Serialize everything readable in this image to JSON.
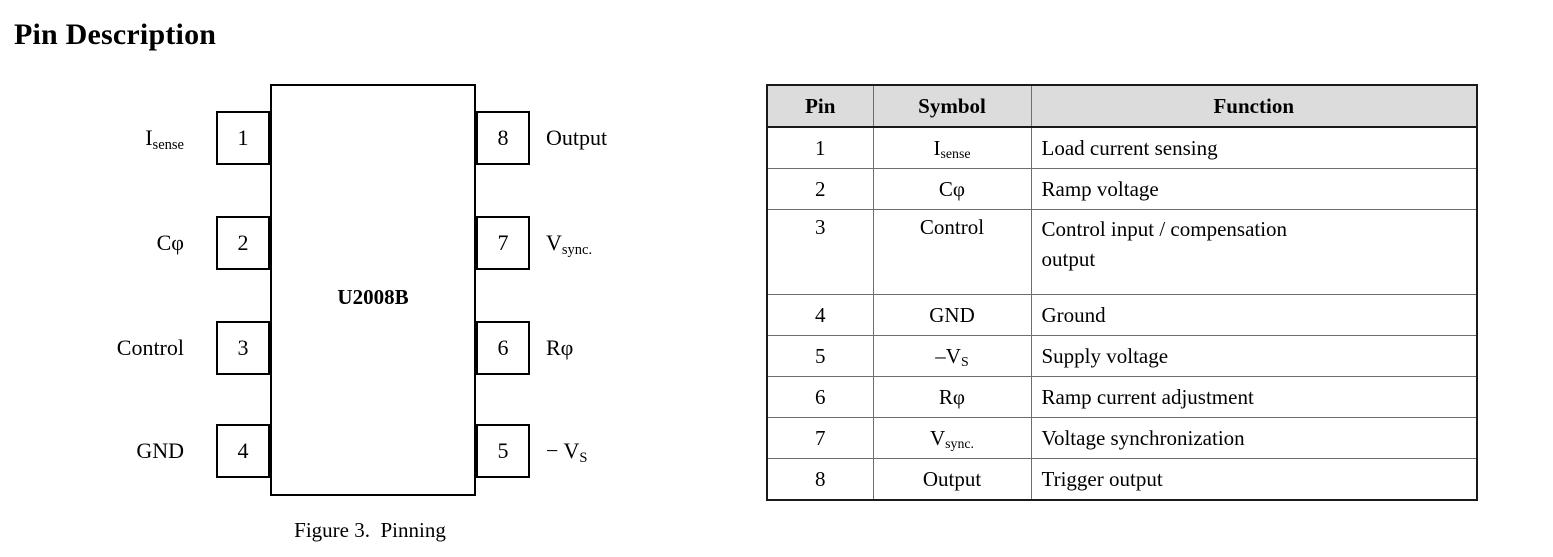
{
  "page": {
    "title": "Pin Description"
  },
  "figure": {
    "caption": "Figure 3.  Pinning",
    "chip_label": "U2008B",
    "left_pins": [
      {
        "number": "1",
        "label_main": "I",
        "label_sub": "sense"
      },
      {
        "number": "2",
        "label_main": "Cφ",
        "label_sub": ""
      },
      {
        "number": "3",
        "label_main": "Control",
        "label_sub": ""
      },
      {
        "number": "4",
        "label_main": "GND",
        "label_sub": ""
      }
    ],
    "right_pins": [
      {
        "number": "8",
        "label_main": "Output",
        "label_sub": ""
      },
      {
        "number": "7",
        "label_main": "V",
        "label_sub": "sync."
      },
      {
        "number": "6",
        "label_main": "Rφ",
        "label_sub": ""
      },
      {
        "number": "5",
        "label_main": "− V",
        "label_sub": "S"
      }
    ]
  },
  "table": {
    "headers": {
      "pin": "Pin",
      "symbol": "Symbol",
      "function": "Function"
    },
    "rows": [
      {
        "pin": "1",
        "symbol_main": "I",
        "symbol_sub": "sense",
        "function_line1": "Load current sensing",
        "function_line2": ""
      },
      {
        "pin": "2",
        "symbol_main": "Cφ",
        "symbol_sub": "",
        "function_line1": "Ramp voltage",
        "function_line2": ""
      },
      {
        "pin": "3",
        "symbol_main": "Control",
        "symbol_sub": "",
        "function_line1": "Control input / compensation",
        "function_line2": "output"
      },
      {
        "pin": "4",
        "symbol_main": "GND",
        "symbol_sub": "",
        "function_line1": "Ground",
        "function_line2": ""
      },
      {
        "pin": "5",
        "symbol_main": "–V",
        "symbol_sub": "S",
        "function_line1": "Supply voltage",
        "function_line2": ""
      },
      {
        "pin": "6",
        "symbol_main": "Rφ",
        "symbol_sub": "",
        "function_line1": "Ramp current adjustment",
        "function_line2": ""
      },
      {
        "pin": "7",
        "symbol_main": "V",
        "symbol_sub": "sync.",
        "function_line1": "Voltage synchronization",
        "function_line2": ""
      },
      {
        "pin": "8",
        "symbol_main": "Output",
        "symbol_sub": "",
        "function_line1": "Trigger output",
        "function_line2": ""
      }
    ]
  },
  "colors": {
    "header_fill": "#dcdcdc",
    "border_outer": "#1a1a1a",
    "border_inner": "#6e6e6e",
    "text": "#000000",
    "background": "#ffffff"
  }
}
